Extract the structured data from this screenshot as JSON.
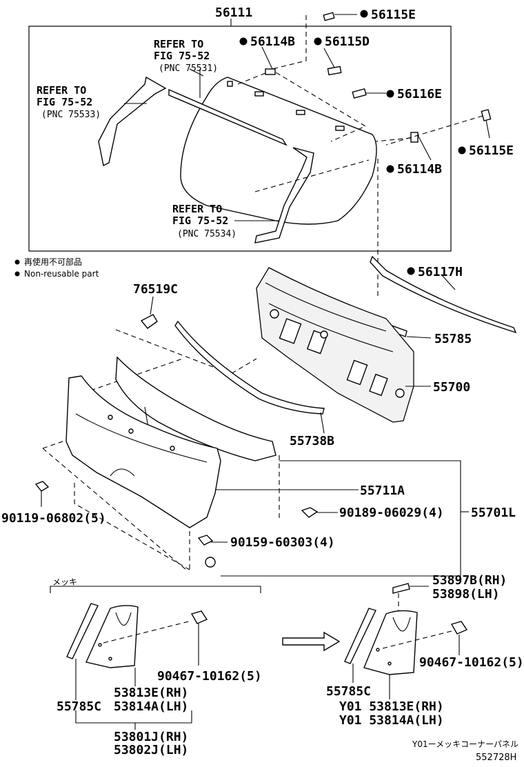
{
  "labels": {
    "p56111": "56111",
    "p56115E_top": "56115E",
    "p56114B_top": "56114B",
    "p56115D": "56115D",
    "p56116E": "56116E",
    "p56115E_right": "56115E",
    "p56114B_right": "56114B",
    "p56117H": "56117H",
    "p55785": "55785",
    "p55700": "55700",
    "p76519C": "76519C",
    "p55738B": "55738B",
    "p55711A": "55711A",
    "p55701L": "55701L",
    "p90119": "90119-06802(5)",
    "p90189": "90189-06029(4)",
    "p90159": "90159-60303(4)",
    "p53897B": "53897B(RH)",
    "p53898": "53898(LH)",
    "p90467_left": "90467-10162(5)",
    "p90467_right": "90467-10162(5)",
    "p53813E_left": "53813E(RH)",
    "p53814A_left": "53814A(LH)",
    "p55785C_left": "55785C",
    "p53801J": "53801J(RH)",
    "p53802J": "53802J(LH)",
    "p55785C_right": "55785C",
    "p53813E_right": "Y01 53813E(RH)",
    "p53814A_right": "Y01 53814A(LH)"
  },
  "references": {
    "ref_a_line1": "REFER TO",
    "ref_a_line2": "FIG 75-52",
    "ref_a_line3": "(PNC 75531)",
    "ref_b_line1": "REFER TO",
    "ref_b_line2": "FIG 75-52",
    "ref_b_line3": "(PNC 75533)",
    "ref_c_line1": "REFER TO",
    "ref_c_line2": "FIG 75-52",
    "ref_c_line3": "(PNC 75534)"
  },
  "legend": {
    "jp": "再使用不可部品",
    "en": "Non-reusable part"
  },
  "notes": {
    "plating": "メッキ",
    "y01_note": "Y01ーメッキコーナーパネル",
    "diagram_number": "552728H"
  },
  "colors": {
    "ink": "#000000",
    "background": "#ffffff"
  }
}
